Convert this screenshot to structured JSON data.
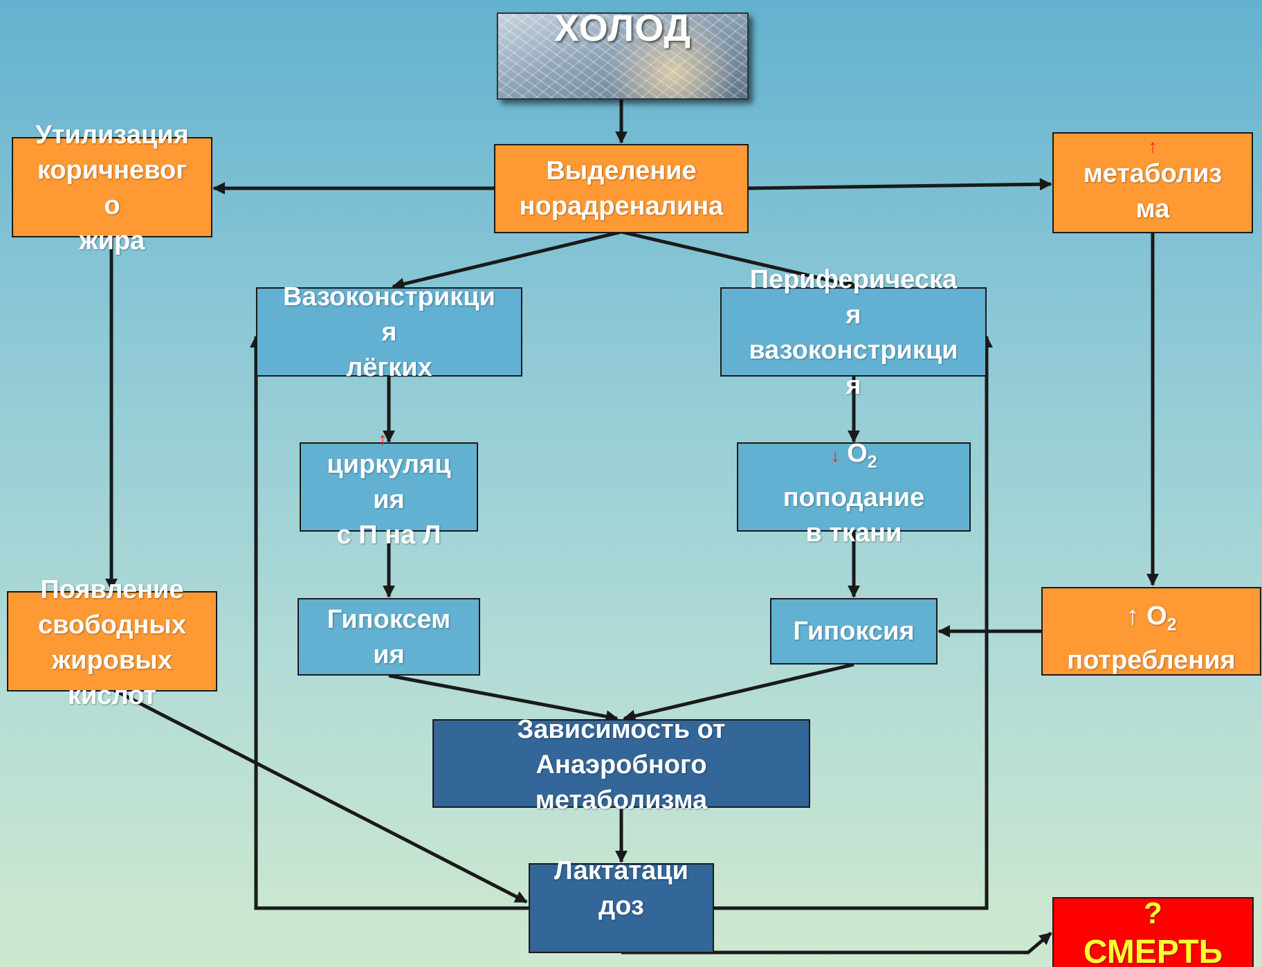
{
  "colors": {
    "orange_box": "#ff9933",
    "light_blue_box": "#62b1d2",
    "dark_blue_box": "#336699",
    "death_box": "#ff0000",
    "arrow": "#1a1a1a",
    "marker": "#ff1a1a",
    "death_text": "#ffff33"
  },
  "top": {
    "title": "ХОЛОД"
  },
  "norepinephrine": {
    "lines": [
      "Выделение",
      "норадреналина"
    ]
  },
  "brown_fat": {
    "lines": [
      "Утилизация",
      "коричневог",
      "о",
      "жира"
    ]
  },
  "metabolism": {
    "marker": "↑",
    "lines": [
      "метаболиз",
      "ма"
    ]
  },
  "lung_vasoconstriction": {
    "lines": [
      "Вазоконстрикци",
      "я",
      "лёгких"
    ]
  },
  "peripheral_vasoconstriction": {
    "lines": [
      "Периферическа",
      "я",
      "вазоконстрикци",
      "я"
    ]
  },
  "circulation": {
    "marker": "↑",
    "lines": [
      "циркуляц",
      "ия",
      "с П на Л"
    ]
  },
  "o2_delivery": {
    "marker": "↓",
    "o2": "O",
    "o2_sub": "2",
    "lines": [
      "поподание",
      "в ткани"
    ]
  },
  "free_fatty_acids": {
    "lines": [
      "Появление",
      "свободных",
      "жировых",
      "кислот"
    ]
  },
  "hypoxemia": {
    "lines": [
      "Гипоксем",
      "ия"
    ]
  },
  "hypoxia": {
    "label": "Гипоксия"
  },
  "o2_consumption": {
    "arrow": "↑",
    "o2": "O",
    "o2_sub": "2",
    "line2": "потребления"
  },
  "anaerobic": {
    "lines": [
      "Зависимость от",
      "Анаэробного",
      "метаболизма"
    ]
  },
  "lactic_acidosis": {
    "lines": [
      "Лактатаци",
      "доз"
    ]
  },
  "death": {
    "question": "?",
    "label": "СМЕРТЬ"
  }
}
